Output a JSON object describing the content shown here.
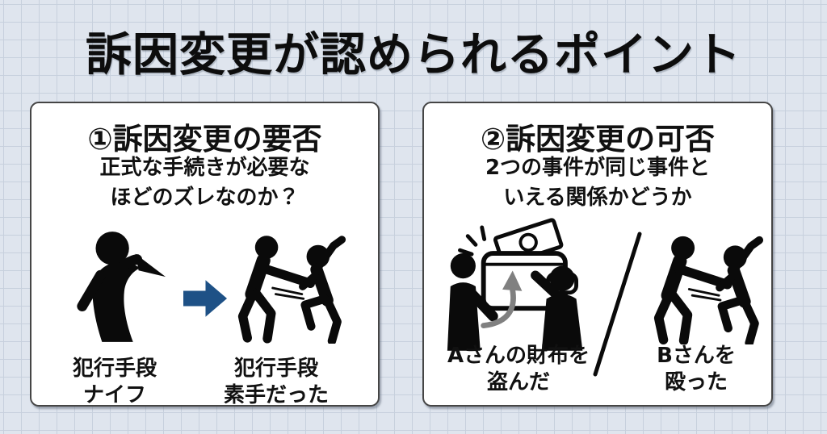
{
  "header": {
    "title": "訴因変更が認められるポイント"
  },
  "left_card": {
    "title": "①訴因変更の要否",
    "subtitle": [
      "正式な手続きが必要な",
      "ほどのズレなのか？"
    ],
    "before_label": [
      "犯行手段",
      "ナイフ"
    ],
    "after_label": [
      "犯行手段",
      "素手だった"
    ],
    "icons": {
      "before": "person-with-knife-icon",
      "between": "blue-right-arrow-icon",
      "after": "punching-assault-icon"
    }
  },
  "right_card": {
    "title": "②訴因変更の可否",
    "subtitle": [
      "2つの事件が同じ事件と",
      "いえる関係かどうか"
    ],
    "theft_label": [
      "Aさんの財布を",
      "盗んだ"
    ],
    "assault_label": [
      "Bさんを",
      "殴った"
    ],
    "icons": {
      "theft": "wallet-theft-icon",
      "divider": "slash-divider",
      "assault": "punching-assault-icon"
    }
  },
  "colors": {
    "background": "#dfe5ee",
    "grid_line": "#c7d0dd",
    "card_background": "#ffffff",
    "card_border": "#454545",
    "text": "#111111",
    "pictogram": "#0a0a0a",
    "arrow_blue": "#1e5186",
    "arrow_gray": "#808080"
  }
}
